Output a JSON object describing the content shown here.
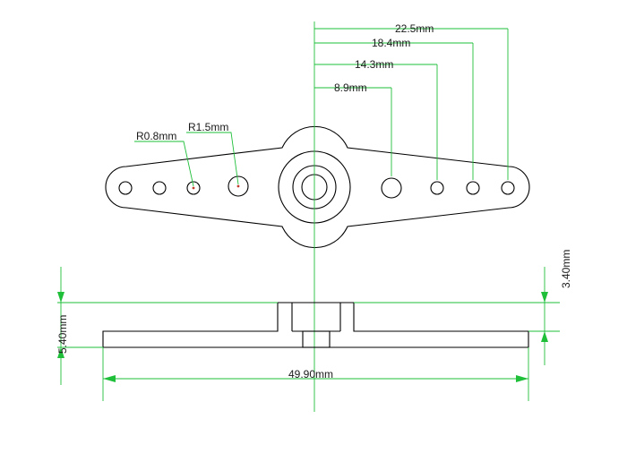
{
  "diagram": {
    "accent_color": "#1fbf3a",
    "part_color": "#000000",
    "labels": {
      "dim_22_5": "22.5mm",
      "dim_18_4": "18.4mm",
      "dim_14_3": "14.3mm",
      "dim_8_9": "8.9mm",
      "radius_small": "R0.8mm",
      "radius_large": "R1.5mm",
      "thickness_total": "5.40mm",
      "thickness_hub": "3.40mm",
      "overall_length": "49.90mm"
    }
  }
}
